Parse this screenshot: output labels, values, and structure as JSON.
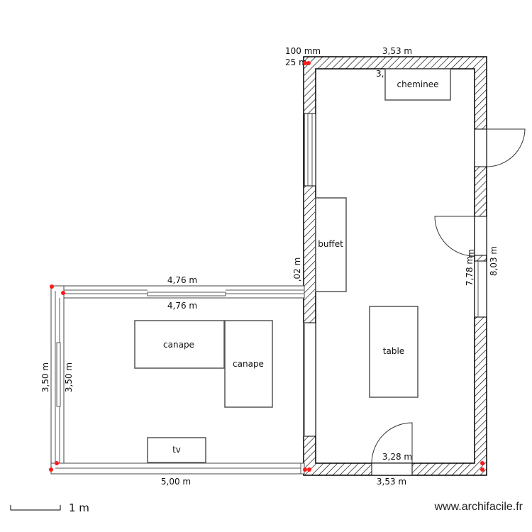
{
  "plan": {
    "furniture": {
      "cheminee": "cheminee",
      "buffet": "buffet",
      "table": "table",
      "canape1": "canape",
      "canape2": "canape",
      "tv": "tv"
    },
    "dimensions": {
      "wall_thickness": "100 mm",
      "corner": "25 m",
      "top_outer": "3,53 m",
      "top_inner": "3,",
      "left_room_top_outer": "4,76 m",
      "left_room_top_inner": "4,76 m",
      "shared_wall": ",02 m",
      "right_inner_height": "7,78 m",
      "right_outer_height": "8,03 m",
      "inner_m": "m",
      "left_outer_height": "3,50 m",
      "left_inner_height": "3,50 m",
      "left_room_bottom": "5,00 m",
      "bottom_inner": "3,28 m",
      "bottom_outer": "3,53 m"
    },
    "scale": "1 m",
    "watermark": "www.archifacile.fr",
    "colors": {
      "marker": "#ff1a1a",
      "wall": "#000000"
    }
  }
}
